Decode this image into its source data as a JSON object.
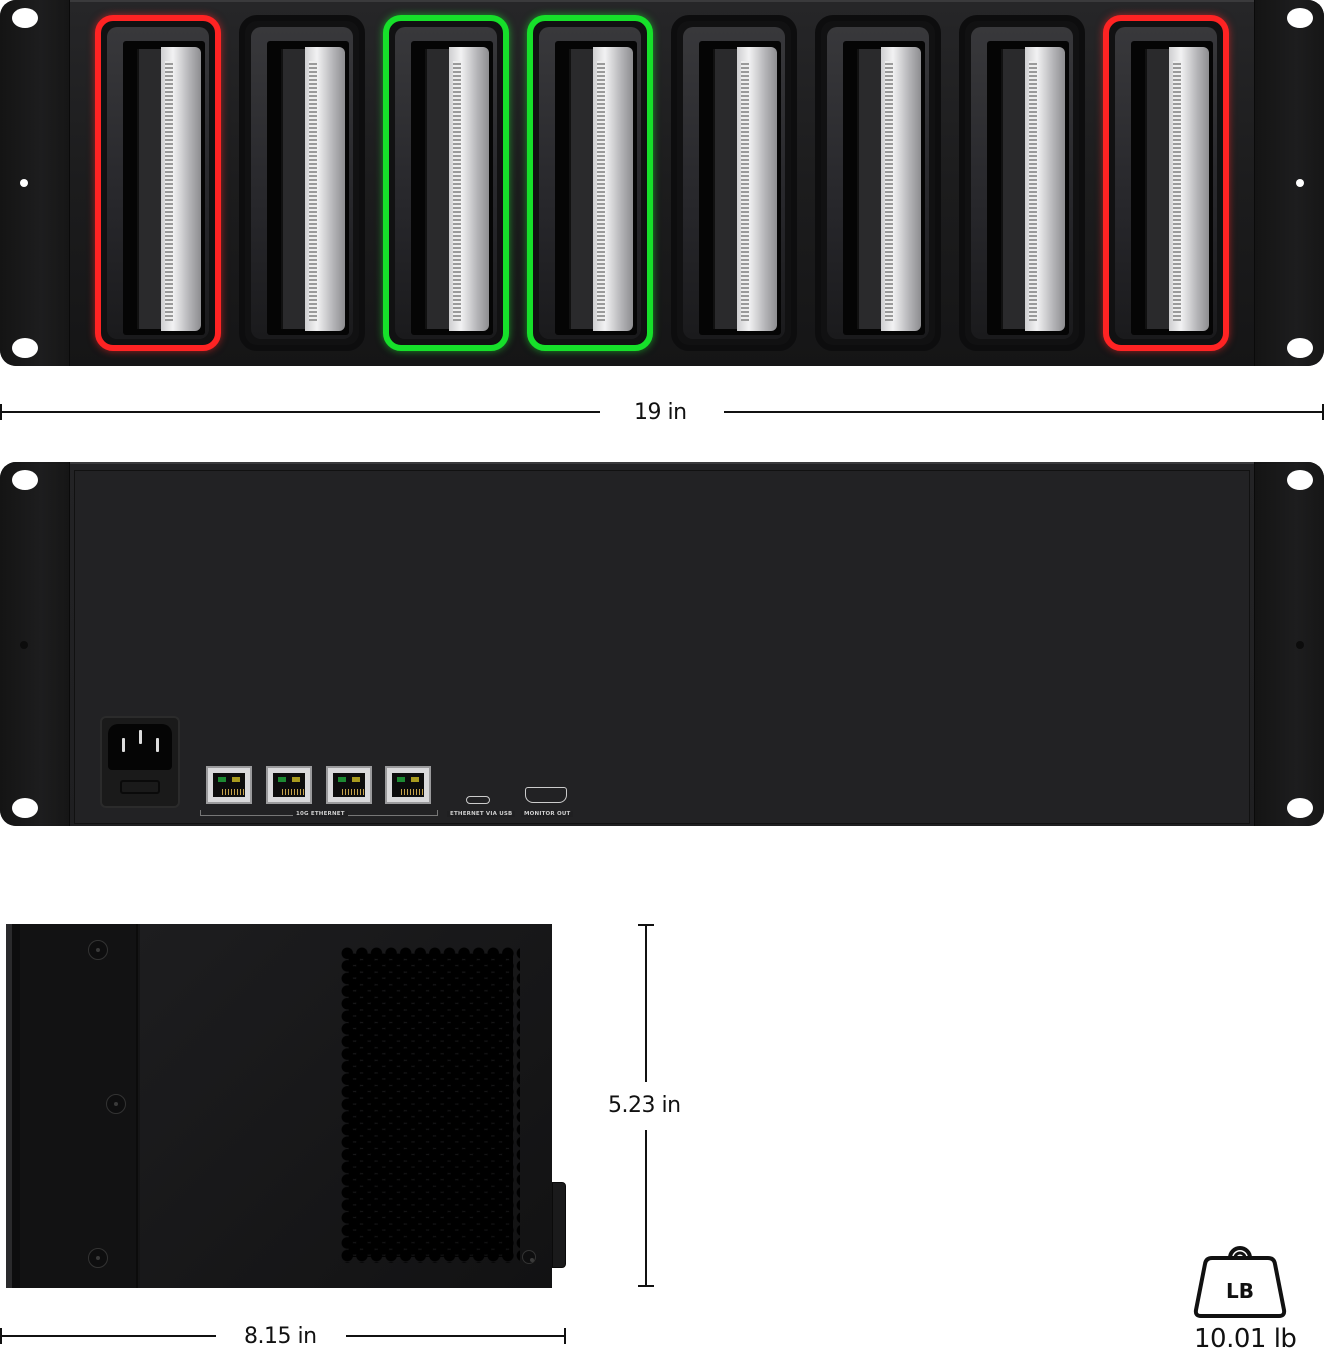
{
  "product_views": {
    "front": {
      "name": "front-view",
      "drive_bays": [
        {
          "index": 1,
          "status": "red"
        },
        {
          "index": 2,
          "status": "off"
        },
        {
          "index": 3,
          "status": "green"
        },
        {
          "index": 4,
          "status": "green"
        },
        {
          "index": 5,
          "status": "off"
        },
        {
          "index": 6,
          "status": "off"
        },
        {
          "index": 7,
          "status": "off"
        },
        {
          "index": 8,
          "status": "red"
        }
      ]
    },
    "rear": {
      "name": "rear-view",
      "ports": {
        "ethernet_group_label": "10G ETHERNET",
        "ethernet_count": 4,
        "usb_label": "ETHERNET VIA USB",
        "hdmi_label": "MONITOR OUT"
      }
    },
    "side": {
      "name": "side-view"
    }
  },
  "dimensions": {
    "width": "19 in",
    "height": "5.23 in",
    "depth": "8.15 in"
  },
  "weight": {
    "icon_text": "LB",
    "value": "10.01 lb"
  },
  "colors": {
    "status_red": "#ff2323",
    "status_green": "#16e02a",
    "chassis": "#1b1b1c",
    "background": "#ffffff"
  }
}
